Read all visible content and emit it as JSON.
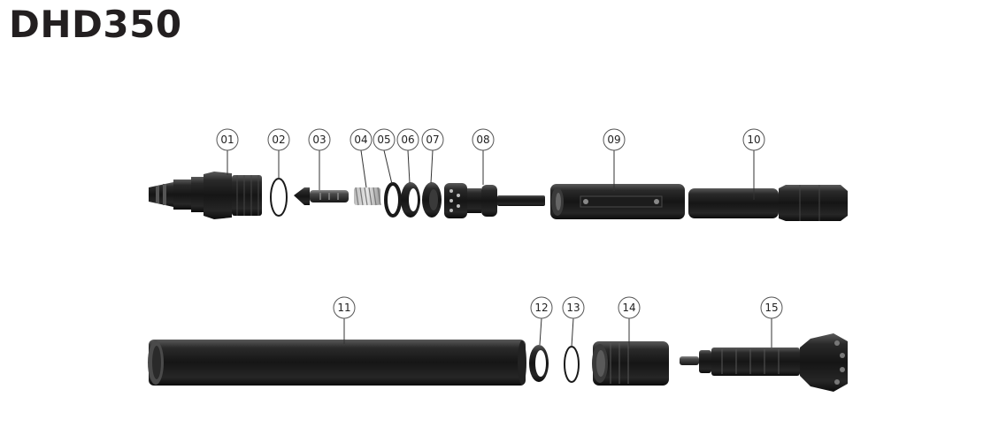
{
  "title": "DHD350",
  "parts": [
    {
      "id": "01"
    },
    {
      "id": "02"
    },
    {
      "id": "03"
    },
    {
      "id": "04"
    },
    {
      "id": "05"
    },
    {
      "id": "06"
    },
    {
      "id": "07"
    },
    {
      "id": "08"
    },
    {
      "id": "09"
    },
    {
      "id": "10"
    },
    {
      "id": "11"
    },
    {
      "id": "12"
    },
    {
      "id": "13"
    },
    {
      "id": "14"
    },
    {
      "id": "15"
    }
  ]
}
